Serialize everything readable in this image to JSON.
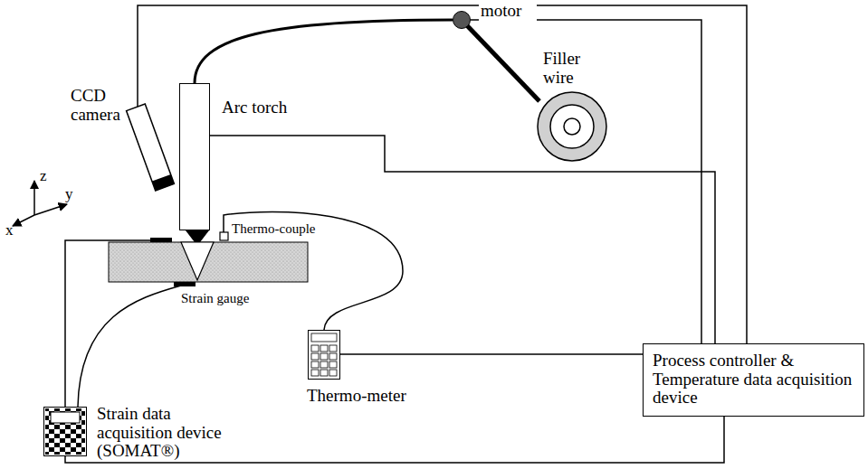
{
  "diagram": {
    "nodes": [
      {
        "text": [
          "Process controller & Temperature data acquisition device"
        ]
      },
      {
        "text": [
          "Arc torch"
        ]
      },
      {
        "text": [
          "Thermo-meter"
        ]
      },
      {
        "text": [
          "Strain data acquisition device (SOMAT®)"
        ]
      },
      {
        "text": [
          "motor"
        ]
      }
    ],
    "edges": [
      {
        "from": 4,
        "to": 0,
        "arrow": "none"
      },
      {
        "from": 1,
        "to": 0,
        "arrow": "none"
      },
      {
        "from": 2,
        "to": 0,
        "arrow": "none"
      },
      {
        "from": 3,
        "to": 0,
        "arrow": "none"
      }
    ],
    "labels": [
      "CCD camera",
      "Filler wire",
      "Thermo-couple",
      "Strain gauge",
      "z",
      "y",
      "x"
    ]
  }
}
